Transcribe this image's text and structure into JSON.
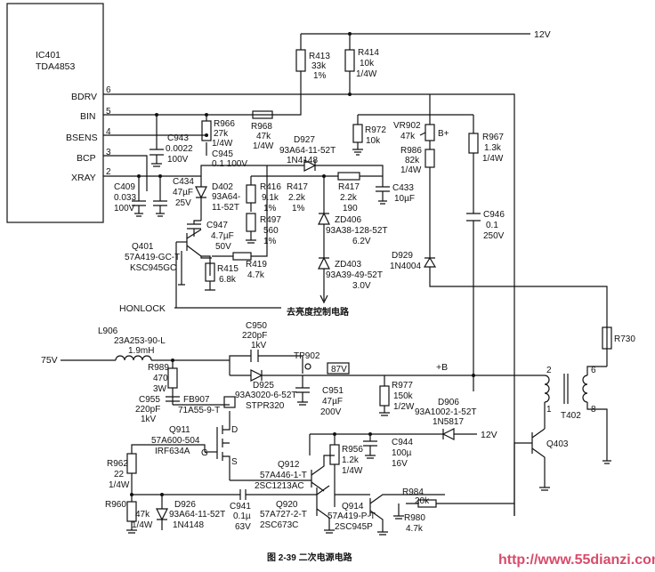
{
  "ic": {
    "ref": "IC401",
    "part": "TDA4853"
  },
  "pins": [
    {
      "name": "BDRV",
      "num": "6"
    },
    {
      "name": "BIN",
      "num": "5"
    },
    {
      "name": "BSENS",
      "num": "4"
    },
    {
      "name": "BCP",
      "num": "3"
    },
    {
      "name": "XRAY",
      "num": "2"
    }
  ],
  "supply_12v": "12V",
  "supply_12v_2": "12V",
  "input_75v": "75V",
  "net_b_plus": "+B",
  "net_b_plus_2": "B+",
  "tp902": "TP902",
  "tp902_value": "87V",
  "honlock": "HONLOCK",
  "brightness_note": "去亮度控制电路",
  "caption": "图 2-39    二次电源电路",
  "watermark": "http://www.55dianzi.com",
  "components": {
    "r413": [
      "R413",
      "33k",
      "1%"
    ],
    "r414": [
      "R414",
      "10k",
      "1/4W"
    ],
    "c943": [
      "C943",
      "0.0022",
      "100V"
    ],
    "r966": [
      "R966",
      "27k",
      "1/4W"
    ],
    "c945": [
      "C945",
      "0.1 100V"
    ],
    "r968": [
      "R968",
      "47k",
      "1/4W"
    ],
    "d927": [
      "D927",
      "93A64-11-52T",
      "1N4148"
    ],
    "r972": [
      "R972",
      "10k"
    ],
    "vr902": [
      "VR902",
      "47k"
    ],
    "r986": [
      "R986",
      "82k",
      "1/4W"
    ],
    "r967": [
      "R967",
      "1.3k",
      "1/4W"
    ],
    "c409": [
      "C409",
      "0.033",
      "100V"
    ],
    "c434": [
      "C434",
      "47µF",
      "25V"
    ],
    "d402": [
      "D402",
      "93A64-",
      "11-52T"
    ],
    "r416": [
      "R416",
      "9.1k",
      "1%"
    ],
    "r417a": [
      "R417",
      "2.2k",
      "1%"
    ],
    "r417b": [
      "R417",
      "2.2k",
      "190"
    ],
    "c433": [
      "C433",
      "10µF"
    ],
    "r497": [
      "R497",
      "560",
      "1%"
    ],
    "c947": [
      "C947",
      "4.7µF",
      "50V"
    ],
    "zd406": [
      "ZD406",
      "93A38-128-52T",
      "6.2V"
    ],
    "c946": [
      "C946",
      "0.1",
      "250V"
    ],
    "q401": [
      "Q401",
      "57A419-GC-T",
      "KSC945GC"
    ],
    "r415": [
      "R415",
      "6.8k"
    ],
    "r419": [
      "R419",
      "4.7k"
    ],
    "zd403": [
      "ZD403",
      "93A39-49-52T",
      "3.0V"
    ],
    "d929": [
      "D929",
      "1N4004"
    ],
    "l906": [
      "L906",
      "23A253-90-L",
      "1.9mH"
    ],
    "c950": [
      "C950",
      "220pF",
      "1kV"
    ],
    "r730": [
      "R730"
    ],
    "r989": [
      "R989",
      "470",
      "3W"
    ],
    "c955": [
      "C955",
      "220pF",
      "1kV"
    ],
    "fb907": [
      "FB907",
      "71A55-9-T"
    ],
    "d925": [
      "D925",
      "93A3020-6-52T",
      "STPR320"
    ],
    "c951": [
      "C951",
      "47µF",
      "200V"
    ],
    "r977": [
      "R977",
      "150k",
      "1/2W"
    ],
    "d906": [
      "D906",
      "93A1002-1-52T",
      "1N5817"
    ],
    "t402": [
      "T402"
    ],
    "q911": [
      "Q911",
      "57A600-504",
      "IRF634A"
    ],
    "r956": [
      "R956",
      "1.2k",
      "1/4W"
    ],
    "c944": [
      "C944",
      "100µ",
      "16V"
    ],
    "q403": [
      "Q403"
    ],
    "r962": [
      "R962",
      "22",
      "1/4W"
    ],
    "q912": [
      "Q912",
      "57A446-1-T",
      "2SC1213AC"
    ],
    "r984": [
      "R984",
      "20k"
    ],
    "r960": [
      "R960",
      "47k",
      "1/4W"
    ],
    "d926": [
      "D926",
      "93A64-11-52T",
      "1N4148"
    ],
    "c941": [
      "C941",
      "0.1µ",
      "63V"
    ],
    "q920": [
      "Q920",
      "57A727-2-T",
      "2SC673C"
    ],
    "q914": [
      "Q914",
      "57A419-P-T",
      "2SC945P"
    ],
    "r980": [
      "R980",
      "4.7k"
    ]
  },
  "fet_pins": [
    "D",
    "G",
    "S"
  ],
  "transformer_pins": [
    "2",
    "1",
    "6",
    "8"
  ]
}
